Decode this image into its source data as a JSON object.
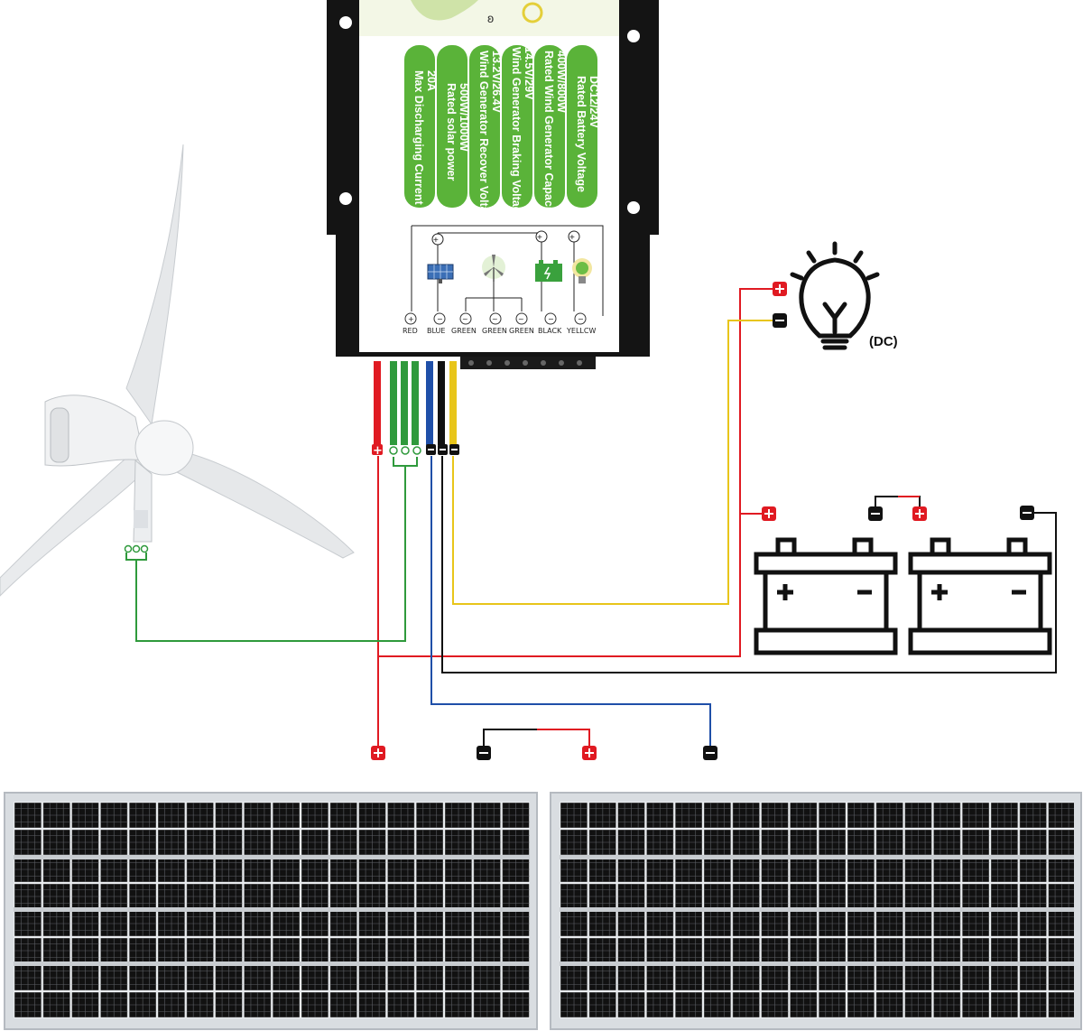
{
  "controller": {
    "specs": [
      {
        "title": "Rated Battery Voltage",
        "value": "DC12/24V"
      },
      {
        "title": "Rated Wind Generator Capacity",
        "value": "400W/800W"
      },
      {
        "title": "Wind Generator Braking Voltage",
        "value": "14.5V/29V"
      },
      {
        "title": "Wind Generator Recover Voltage",
        "value": "13.2V/26.4V"
      },
      {
        "title": "Rated solar power",
        "value": "500W/1000W"
      },
      {
        "title": "Max Discharging Current",
        "value": "20A"
      }
    ],
    "terminals": [
      "RED",
      "BLUE",
      "GREEN",
      "GREEN",
      "GREEN",
      "BLACK",
      "YELLCW"
    ],
    "terminal_symbols": [
      "+",
      "−",
      "~",
      "~",
      "~",
      "−",
      "−"
    ]
  },
  "load": {
    "label": "(DC)"
  },
  "colors": {
    "red": "#e01a22",
    "green": "#2f9a3c",
    "blue": "#1f4fa8",
    "black": "#111111",
    "yellow": "#e8c51a",
    "controller_green": "#5ab339"
  },
  "icons": [
    "wind-turbine-icon",
    "solar-panel-icon",
    "battery-icon",
    "light-bulb-icon"
  ]
}
